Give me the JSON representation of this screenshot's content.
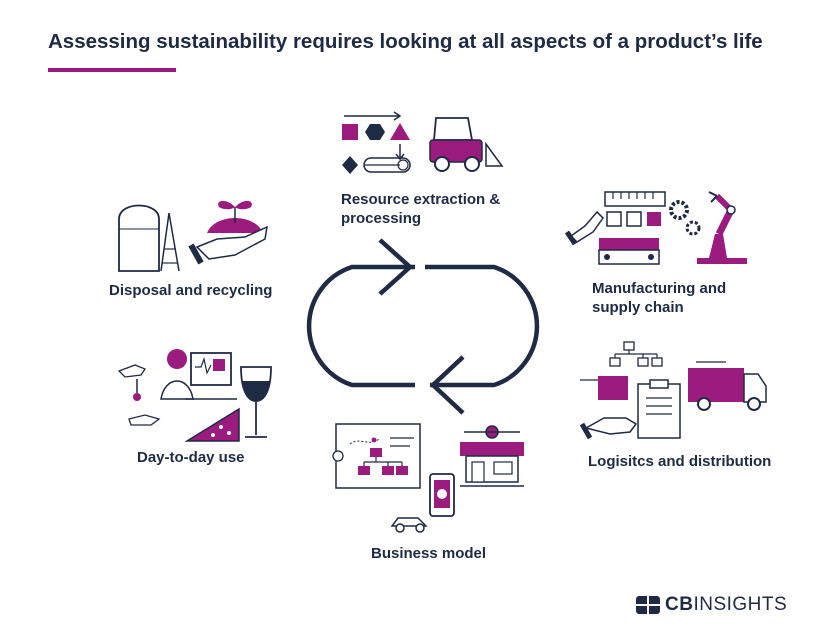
{
  "header": {
    "title": "Assessing sustainability requires looking at all aspects of a product’s life",
    "accent_color": "#9b1b7e"
  },
  "colors": {
    "navy": "#1f2a44",
    "purple": "#9b1b7e"
  },
  "stages": {
    "resource": {
      "label_line1": "Resource extraction &",
      "label_line2": "processing",
      "icon": "resource-extraction-icon"
    },
    "manufacturing": {
      "label_line1": "Manufacturing and",
      "label_line2": "supply chain",
      "icon": "manufacturing-icon"
    },
    "logistics": {
      "label": "Logisitcs and distribution",
      "icon": "logistics-icon"
    },
    "business": {
      "label": "Business model",
      "icon": "business-model-icon"
    },
    "dayuse": {
      "label": "Day-to-day use",
      "icon": "day-to-day-use-icon"
    },
    "disposal": {
      "label": "Disposal and recycling",
      "icon": "disposal-recycling-icon"
    }
  },
  "brand": {
    "bold": "CB",
    "thin": "INSIGHTS"
  }
}
